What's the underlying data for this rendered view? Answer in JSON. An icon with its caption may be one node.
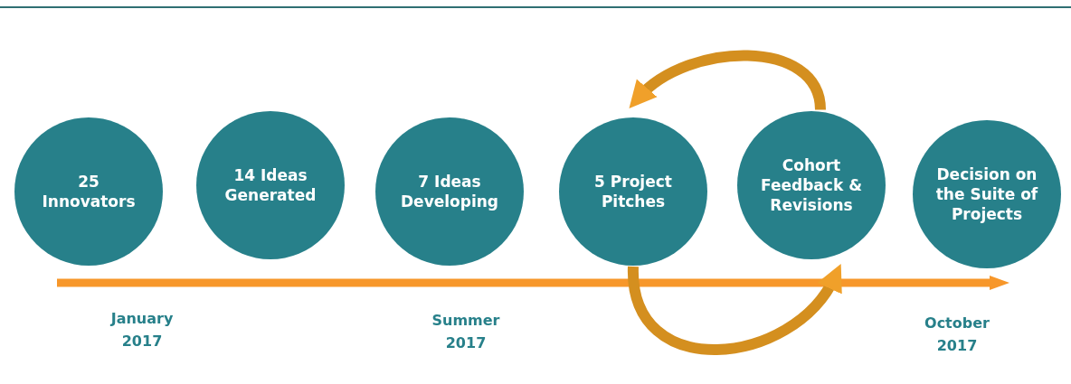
{
  "diagram": {
    "nodes": [
      {
        "text": [
          "25 Innovators"
        ]
      },
      {
        "text": [
          "14 Ideas Generated"
        ]
      },
      {
        "text": [
          "7 Ideas Developing"
        ]
      },
      {
        "text": [
          "5 Project Pitches"
        ]
      },
      {
        "text": [
          "Cohort Feedback & Revisions"
        ]
      },
      {
        "text": [
          "Decision on the Suite of Projects"
        ]
      }
    ],
    "edges": [
      {
        "from": 4,
        "to": 3,
        "arrow": "to"
      },
      {
        "from": 3,
        "to": 4,
        "arrow": "to"
      }
    ],
    "labels": [
      "January 2017",
      "Summer 2017",
      "October 2017"
    ]
  }
}
